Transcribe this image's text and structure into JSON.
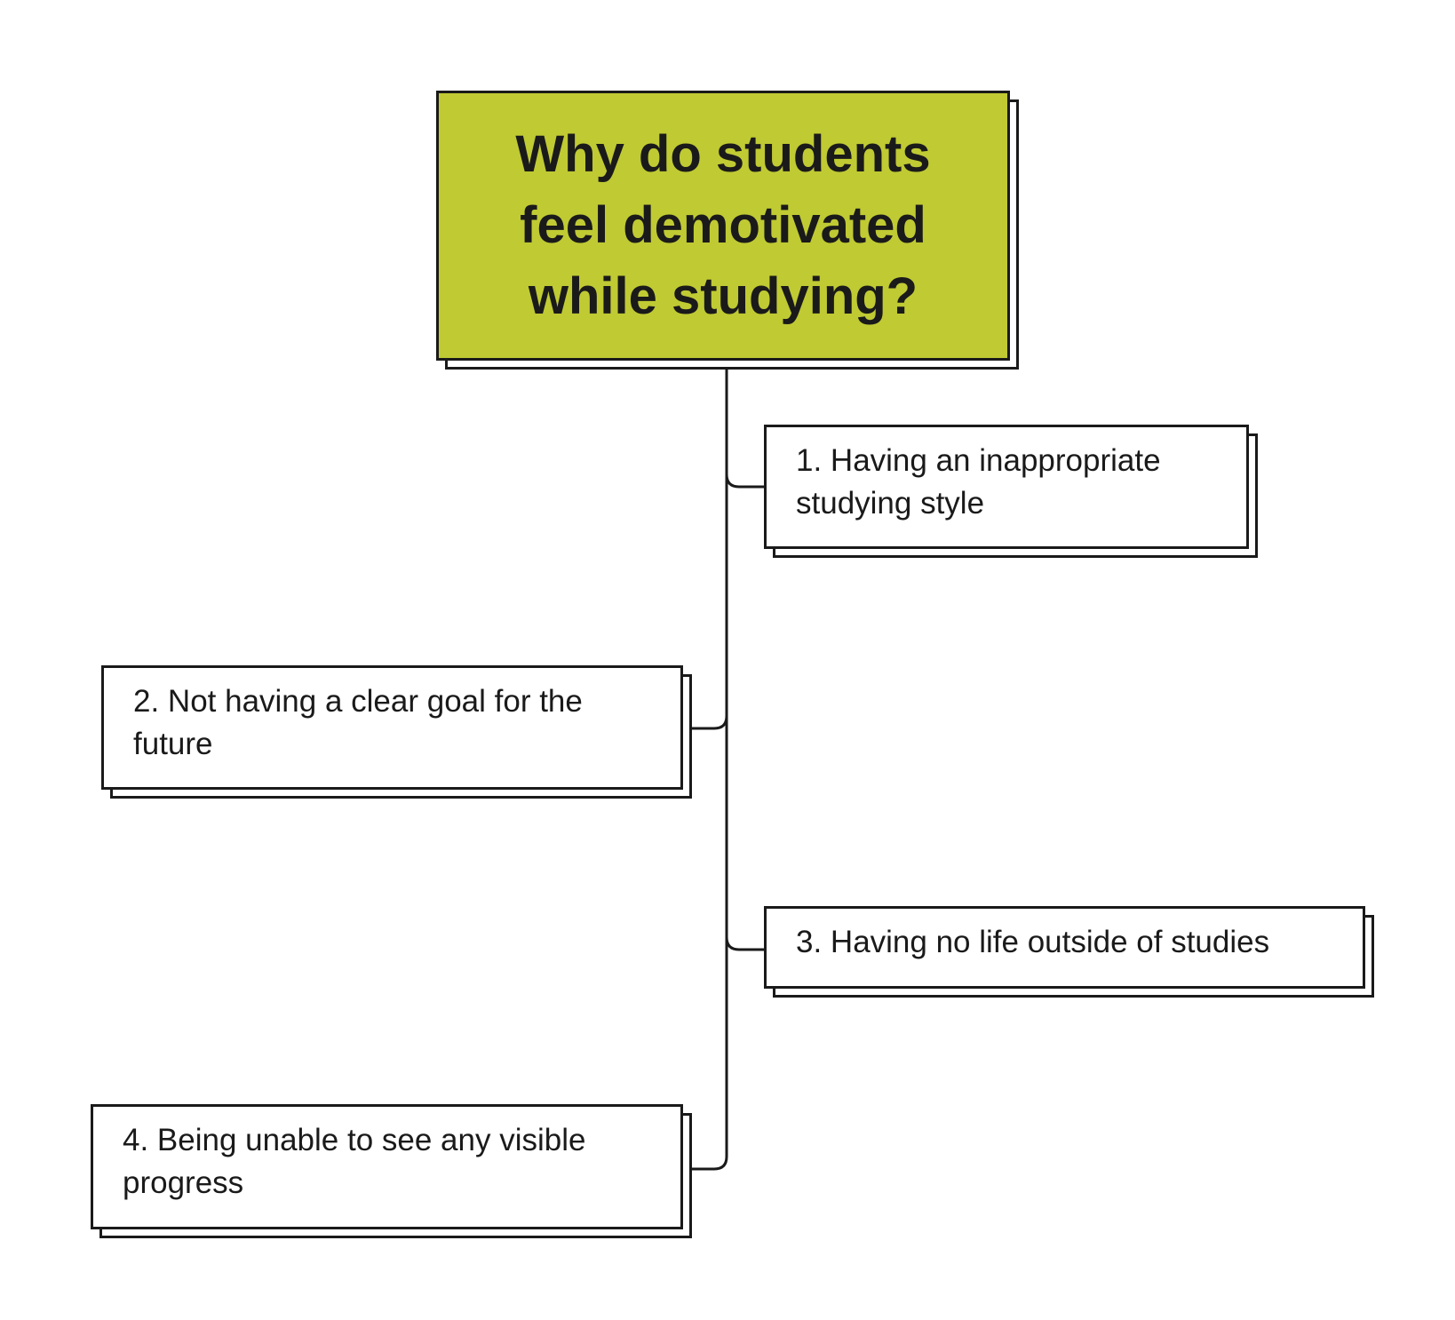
{
  "title": "Why do students feel demotivated while studying?",
  "colors": {
    "title_fill": "#c0ca33",
    "stroke": "#1a1a1a"
  },
  "items": [
    {
      "label": "1. Having an inappropriate studying style"
    },
    {
      "label": "2. Not having a clear goal for the future"
    },
    {
      "label": "3. Having no life outside of studies"
    },
    {
      "label": "4. Being unable to see any visible progress"
    }
  ]
}
